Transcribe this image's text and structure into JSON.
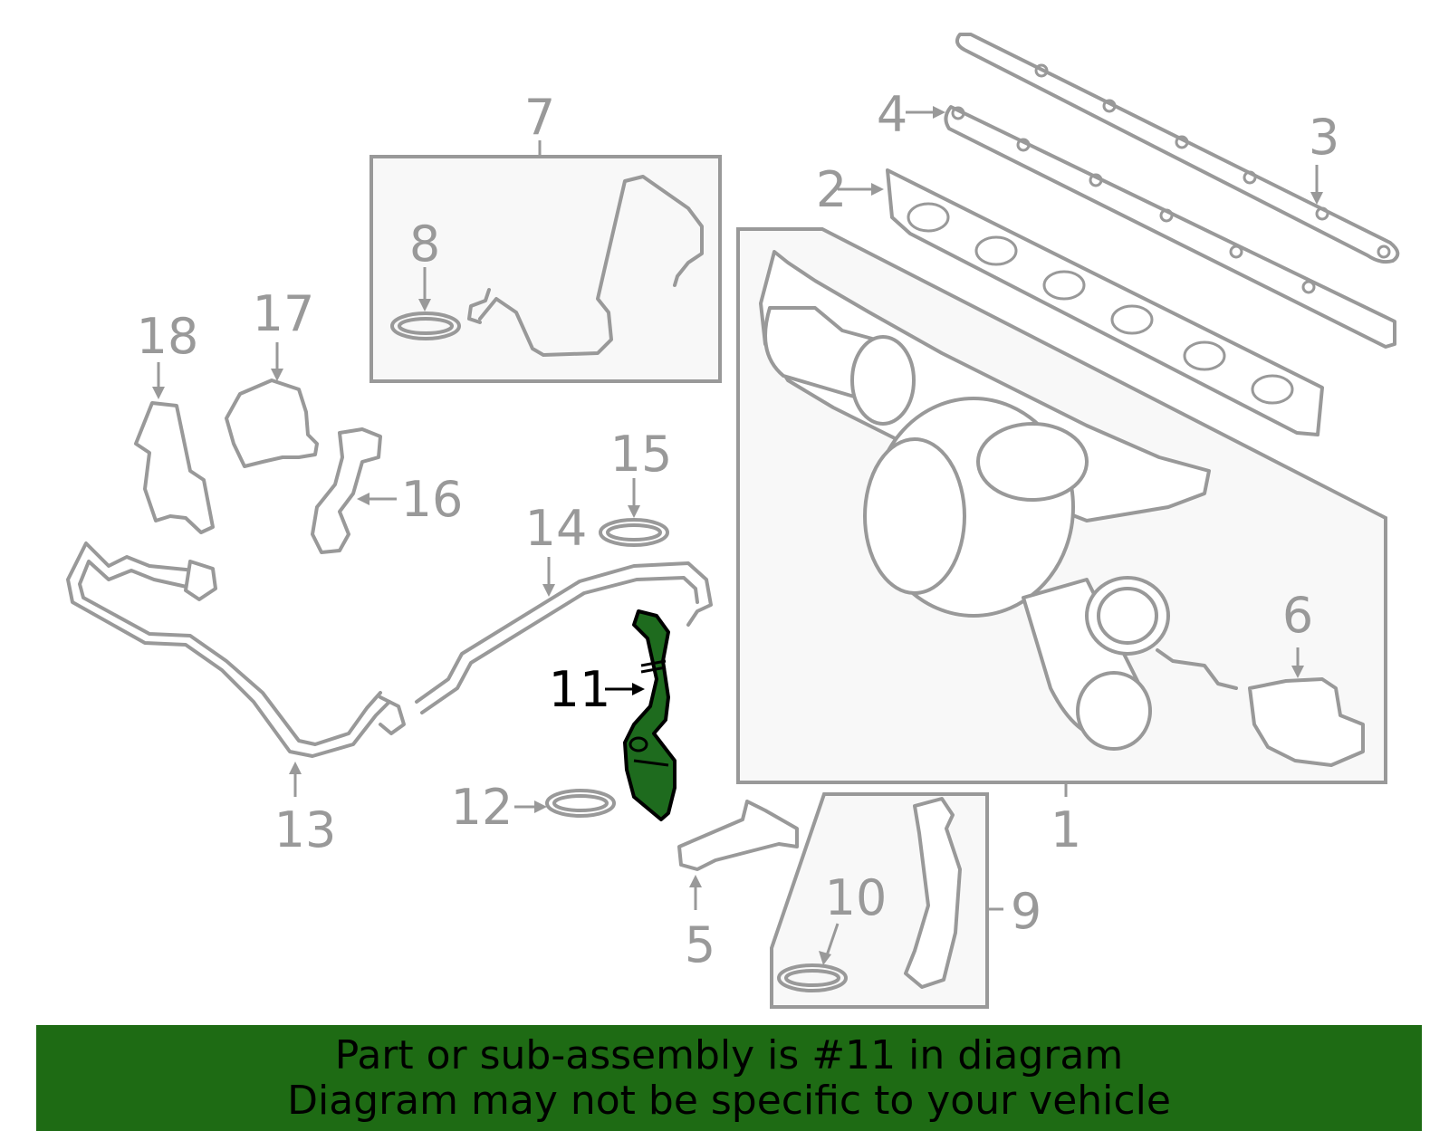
{
  "colors": {
    "line": "#999999",
    "highlight_fill": "#1e6b1e",
    "banner_bg": "#1e6b14",
    "text": "#000000"
  },
  "highlighted_part": "11",
  "callouts": [
    {
      "id": "1",
      "label": "1"
    },
    {
      "id": "2",
      "label": "2"
    },
    {
      "id": "3",
      "label": "3"
    },
    {
      "id": "4",
      "label": "4"
    },
    {
      "id": "5",
      "label": "5"
    },
    {
      "id": "6",
      "label": "6"
    },
    {
      "id": "7",
      "label": "7"
    },
    {
      "id": "8",
      "label": "8"
    },
    {
      "id": "9",
      "label": "9"
    },
    {
      "id": "10",
      "label": "10"
    },
    {
      "id": "11",
      "label": "11"
    },
    {
      "id": "12",
      "label": "12"
    },
    {
      "id": "13",
      "label": "13"
    },
    {
      "id": "14",
      "label": "14"
    },
    {
      "id": "15",
      "label": "15"
    },
    {
      "id": "16",
      "label": "16"
    },
    {
      "id": "17",
      "label": "17"
    },
    {
      "id": "18",
      "label": "18"
    }
  ],
  "banner": {
    "line1": "Part or sub-assembly is #11 in diagram",
    "line2": "Diagram may not be specific to your vehicle"
  }
}
